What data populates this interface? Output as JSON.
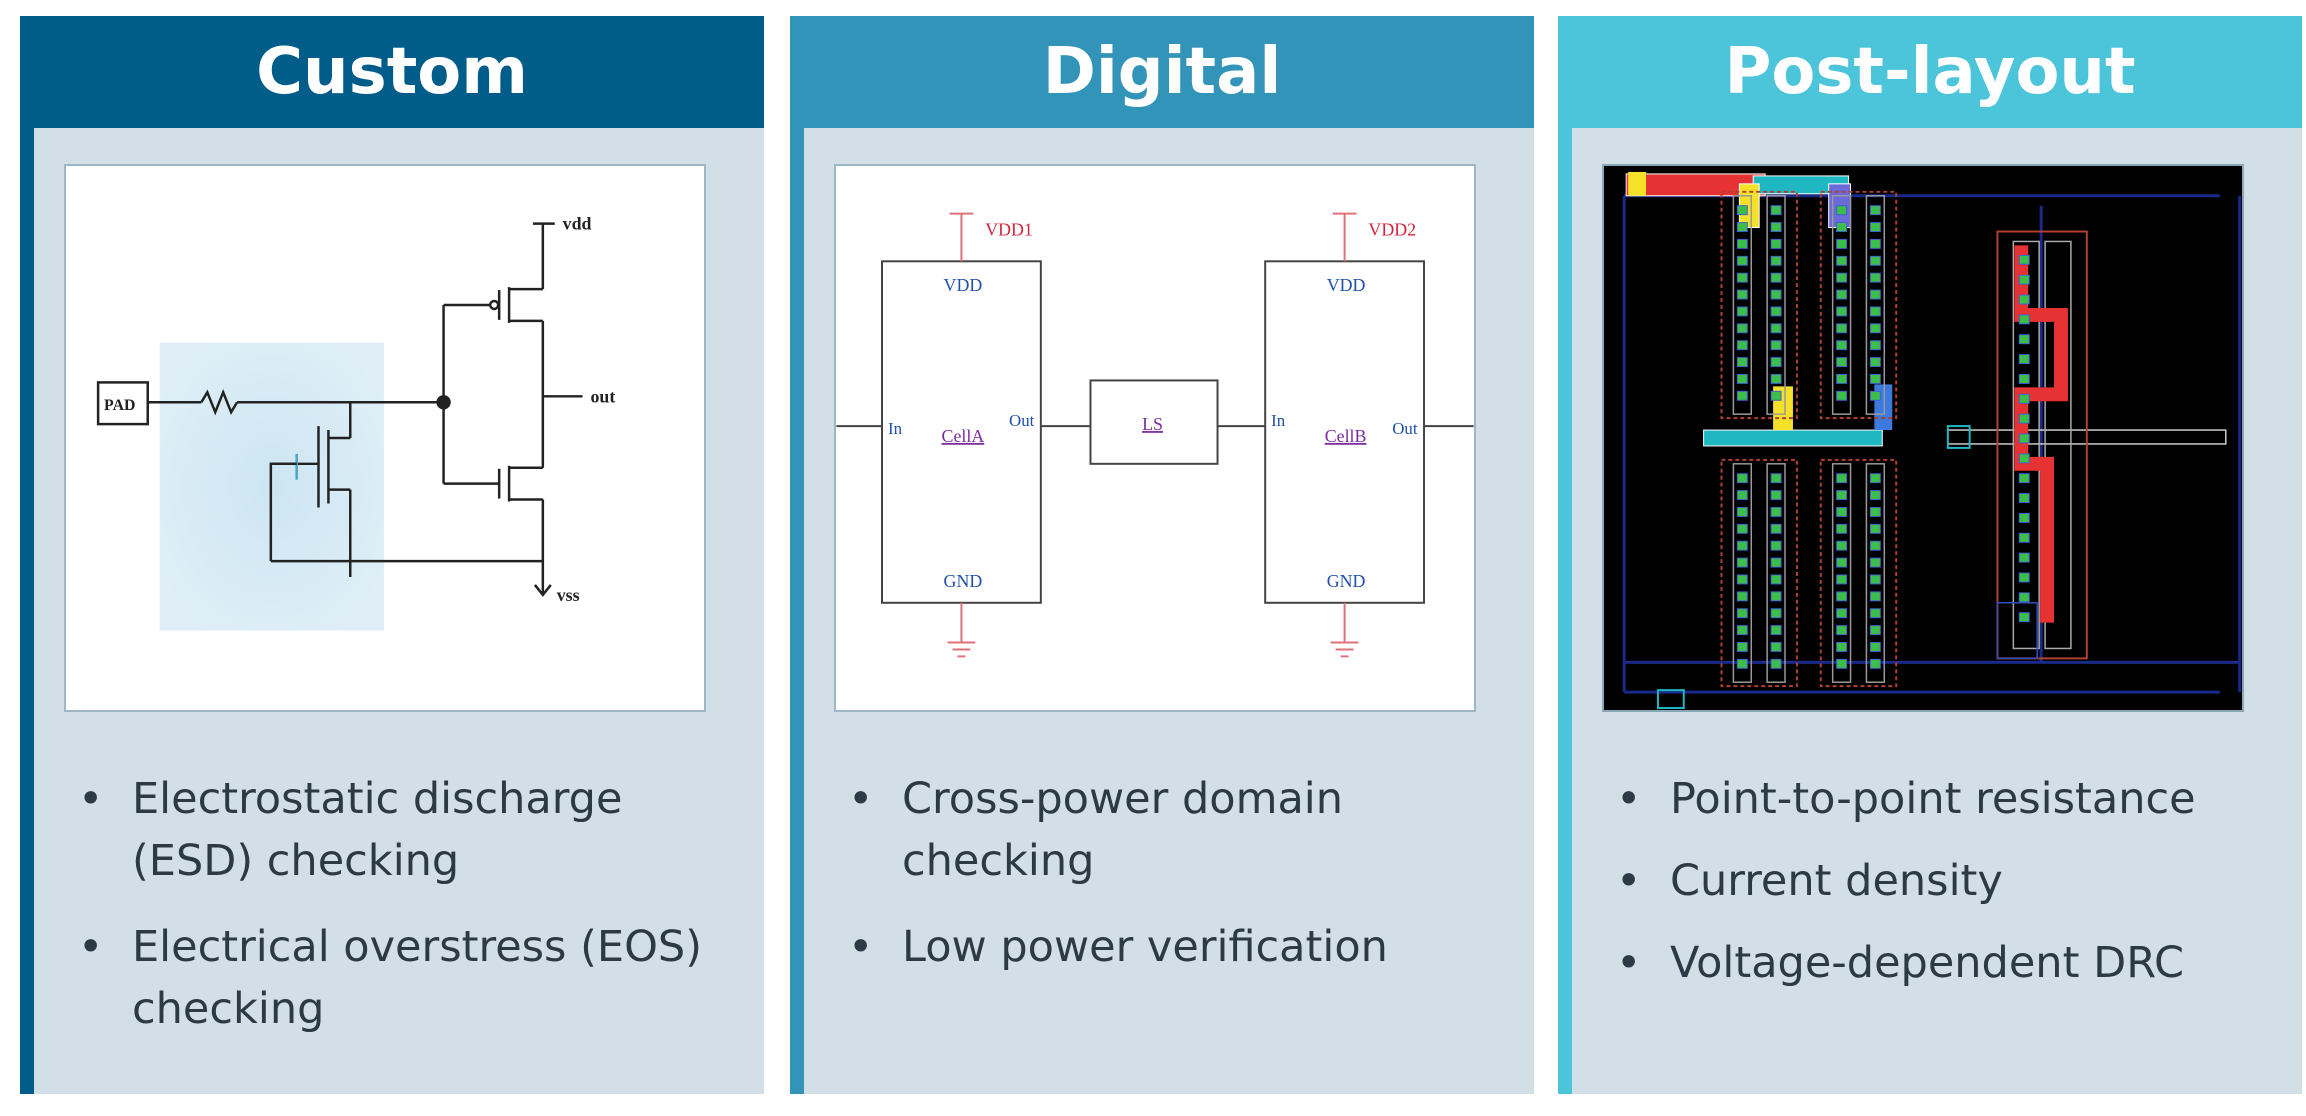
{
  "panels": [
    {
      "title": "Custom",
      "bullets": [
        "Electrostatic discharge (ESD) checking",
        "Electrical overstress (EOS) checking"
      ],
      "schematic_labels": {
        "vdd": "vdd",
        "out": "out",
        "vss": "vss",
        "pad": "PAD"
      }
    },
    {
      "title": "Digital",
      "bullets": [
        "Cross-power domain checking",
        "Low power verification"
      ],
      "schematic_labels": {
        "vdd1": "VDD1",
        "vdd2": "VDD2",
        "vdd_a": "VDD",
        "vdd_b": "VDD",
        "gnd_a": "GND",
        "gnd_b": "GND",
        "in_a": "In",
        "out_a": "Out",
        "in_b": "In",
        "out_b": "Out",
        "cell_a": "CellA",
        "cell_b": "CellB",
        "ls": "LS"
      }
    },
    {
      "title": "Post-layout",
      "bullets": [
        "Point-to-point resistance",
        "Current density",
        "Voltage-dependent DRC"
      ]
    }
  ],
  "colors": {
    "custom": "#005d8a",
    "digital": "#3294b9",
    "post_layout": "#4cc4d9",
    "panel_bg": "#d3dfe7"
  }
}
